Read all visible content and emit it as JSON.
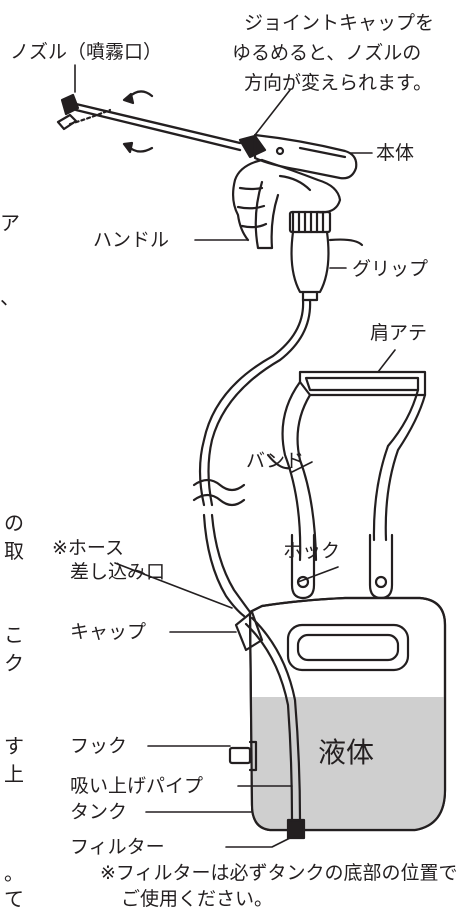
{
  "labels": {
    "nozzle": "ノズル（噴霧口）",
    "joint_cap_note": [
      "ジョイントキャップを",
      "ゆるめると、ノズルの",
      "方向が変えられます。"
    ],
    "body": "本体",
    "handle": "ハンドル",
    "grip": "グリップ",
    "shoulder_pad": "肩アテ",
    "band": "バンド",
    "hose_inlet": [
      "※ホース",
      "差し込み口"
    ],
    "hook_strap": "ホック",
    "cap": "キャップ",
    "hook": "フック",
    "suction_pipe": "吸い上げパイプ",
    "tank": "タンク",
    "filter": "フィルター",
    "liquid": "液体",
    "footnote": [
      "※フィルターは必ずタンクの底部の位置で",
      "ご使用ください。"
    ]
  },
  "edge_fragments": [
    "ア",
    "、",
    "の",
    "取",
    "こ",
    "ク",
    "す",
    "上",
    "。",
    "て"
  ],
  "colors": {
    "ink": "#231f20",
    "liquid": "#cfcfcf",
    "paper": "#ffffff"
  }
}
